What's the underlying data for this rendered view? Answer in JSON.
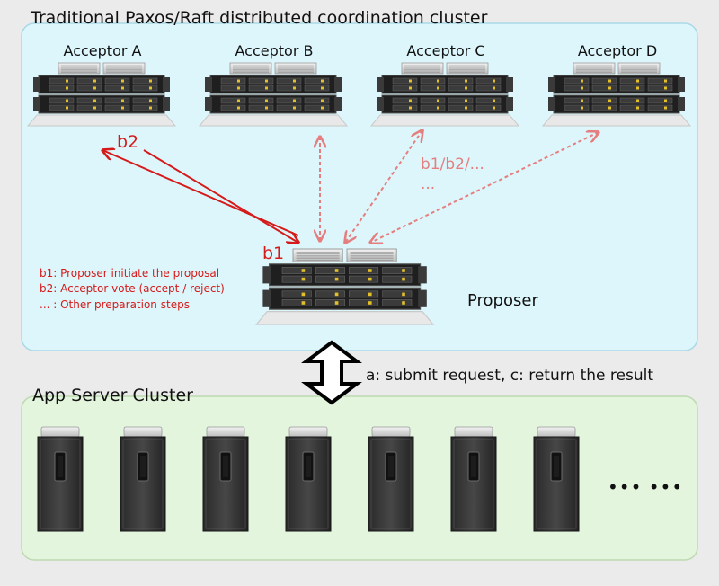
{
  "coordination_cluster": {
    "title": "Traditional Paxos/Raft distributed coordination cluster",
    "acceptors": [
      {
        "label": "Acceptor A"
      },
      {
        "label": "Acceptor B"
      },
      {
        "label": "Acceptor C"
      },
      {
        "label": "Acceptor D"
      }
    ],
    "proposer": {
      "label": "Proposer"
    },
    "arrow_labels": {
      "b2": "b2",
      "b1": "b1",
      "b1b2": "b1/b2/...",
      "ellipsis": "..."
    },
    "legend": [
      "b1: Proposer initiate the proposal",
      "b2: Acceptor vote (accept / reject)",
      "... : Other preparation steps"
    ]
  },
  "link": {
    "label": "a: submit request, c: return the result"
  },
  "app_cluster": {
    "title": "App Server Cluster",
    "server_count": 7,
    "more": "••• •••"
  },
  "colors": {
    "coord_fill": "#dcf6fb",
    "coord_stroke": "#a9d9e6",
    "app_fill": "#e3f5dd",
    "app_stroke": "#bcd9b0",
    "solid_arrow": "#d61a1a",
    "dashed_arrow": "#e57f7f",
    "legend_text": "#d61a1a"
  }
}
